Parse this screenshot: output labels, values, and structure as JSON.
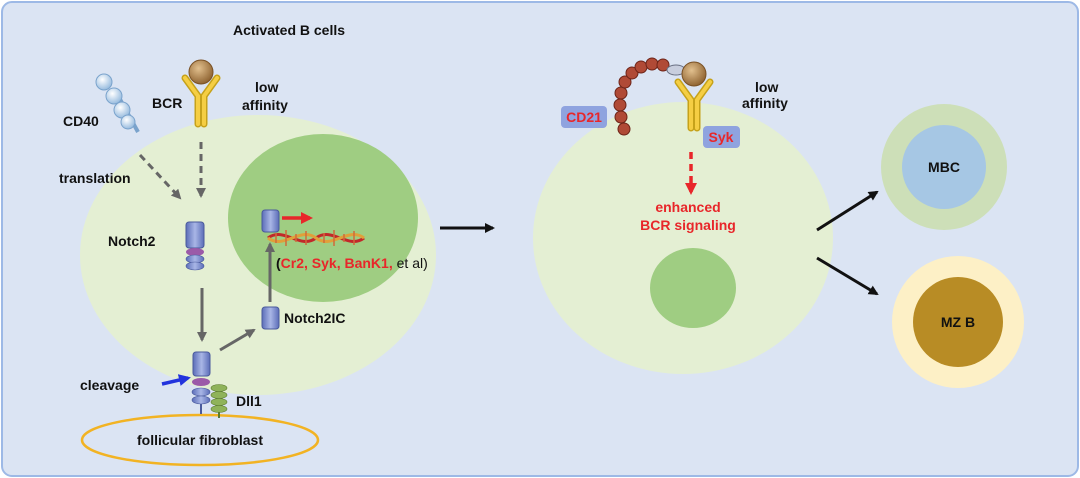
{
  "title": "Activated B cells",
  "labels": {
    "cd40": "CD40",
    "bcr": "BCR",
    "low_affinity_line1": "low",
    "low_affinity_line2": "affinity",
    "translation": "translation",
    "notch2": "Notch2",
    "notch2ic": "Notch2IC",
    "cleavage": "cleavage",
    "dll1": "Dll1",
    "follicular_fibroblast": "follicular fibroblast",
    "genes_open": "(",
    "genes_red": "Cr2, Syk, BanK1,",
    "genes_rest": " et al)",
    "cd21": "CD21",
    "syk": "Syk",
    "enhanced_line1": "enhanced",
    "enhanced_line2": "BCR signaling",
    "mbc": "MBC",
    "mzb": "MZ B"
  },
  "colors": {
    "background": "#dbe4f3",
    "border": "#9db9e6",
    "cell": "#e4efd3",
    "nucleus": "#9fcd82",
    "fibroblast": "#f2b323",
    "arrow_gray": "#666666",
    "arrow_red": "#e8262a",
    "arrow_blue": "#2233dd",
    "bcr_yellow": "#f5ce43",
    "antigen_brown": "#b58a55",
    "cd21_chain": "#b04a36",
    "receptor_blue": "#7f8fca",
    "receptor_purple": "#9b5aa8",
    "dll1_green": "#8fb35a",
    "mbc_outer": "#cddfb8",
    "mbc_inner": "#a6c7e4",
    "mzb_outer": "#fdf0c6",
    "mzb_inner": "#b88c25",
    "label_box": "#8fa3df"
  },
  "icons": [
    "bcr-icon",
    "cd40-icon",
    "notch2-icon",
    "cd21-icon",
    "dna-icon",
    "dll1-icon"
  ]
}
